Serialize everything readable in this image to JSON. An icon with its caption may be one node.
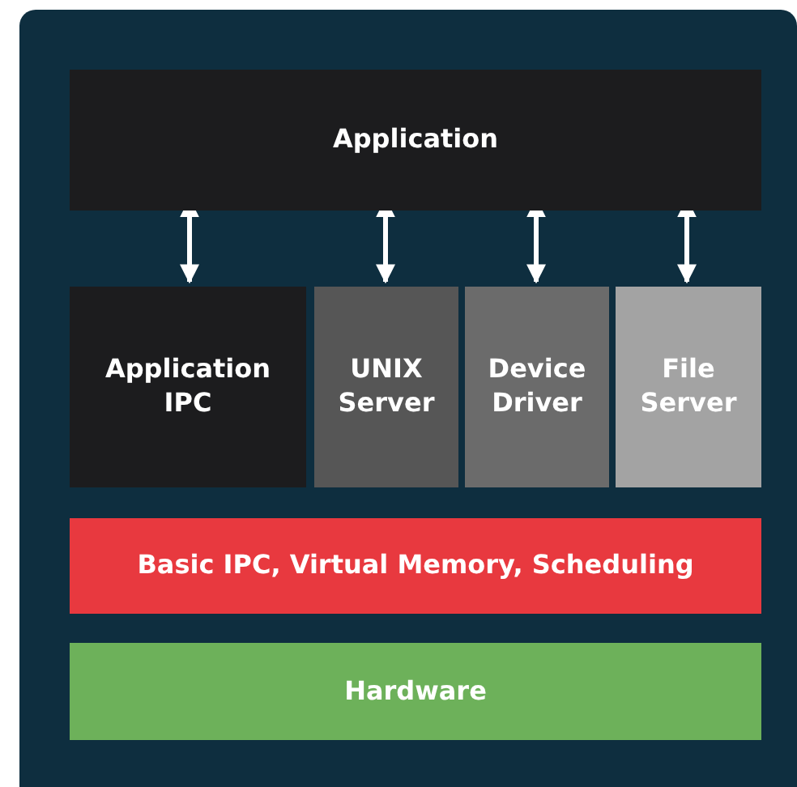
{
  "diagram": {
    "nodes": [
      {
        "text": [
          "Application"
        ]
      },
      {
        "text": [
          "Application IPC"
        ]
      },
      {
        "text": [
          "UNIX Server"
        ]
      },
      {
        "text": [
          "Device Driver"
        ]
      },
      {
        "text": [
          "File Server"
        ]
      },
      {
        "text": [
          "Basic IPC, Virtual Memory, Scheduling"
        ]
      },
      {
        "text": [
          "Hardware"
        ]
      }
    ],
    "edges": [
      {
        "from": 0,
        "to": 1,
        "arrow": "both"
      },
      {
        "from": 0,
        "to": 2,
        "arrow": "both"
      },
      {
        "from": 0,
        "to": 3,
        "arrow": "both"
      },
      {
        "from": 0,
        "to": 4,
        "arrow": "both"
      }
    ]
  }
}
